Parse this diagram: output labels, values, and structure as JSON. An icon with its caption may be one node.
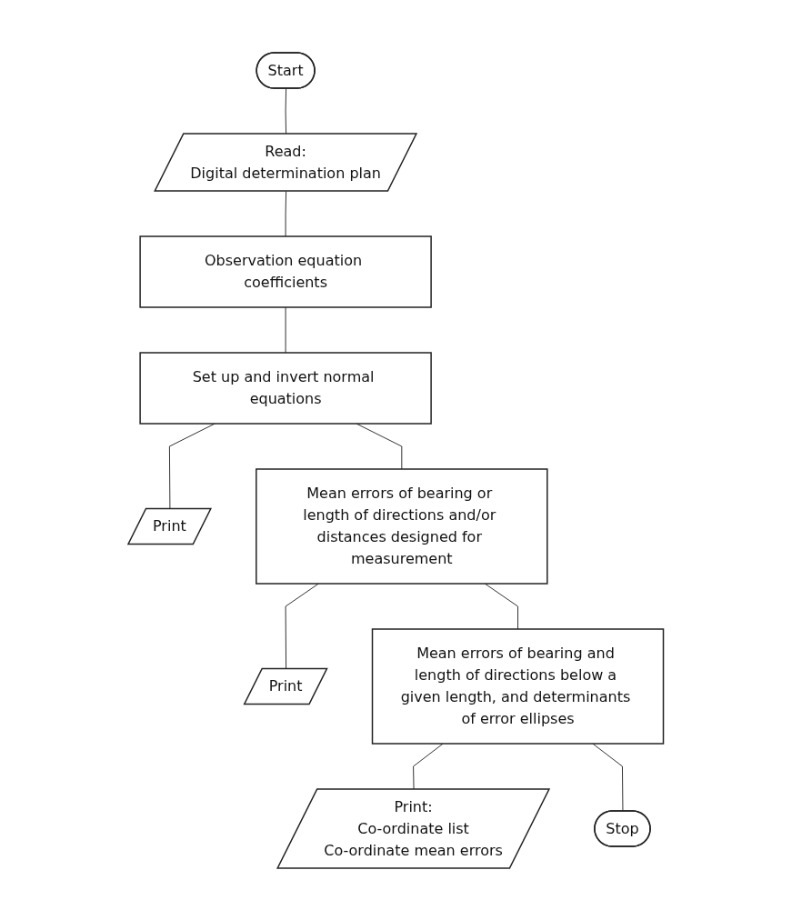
{
  "diagram": {
    "nodes": [
      {
        "text": [
          "Start"
        ]
      },
      {
        "text": [
          "Read:",
          "Digital determination plan"
        ]
      },
      {
        "text": [
          "Observation equation coefficients"
        ]
      },
      {
        "text": [
          "Set up and invert normal equations"
        ]
      },
      {
        "text": [
          "Print"
        ]
      },
      {
        "text": [
          "Mean errors of bearing or length of directions and/or distances designed for measurement"
        ]
      },
      {
        "text": [
          "Print"
        ]
      },
      {
        "text": [
          "Mean errors of bearing and length of directions below a given length, and determinants of error ellipses"
        ]
      },
      {
        "text": [
          "Print:",
          "Co-ordinate list",
          "Co-ordinate mean errors"
        ]
      },
      {
        "text": [
          "Stop"
        ]
      }
    ],
    "edges": [
      {
        "from": 0,
        "to": 1,
        "arrow": "none"
      },
      {
        "from": 1,
        "to": 2,
        "arrow": "none"
      },
      {
        "from": 2,
        "to": 3,
        "arrow": "none"
      },
      {
        "from": 3,
        "to": 4,
        "arrow": "none"
      },
      {
        "from": 3,
        "to": 5,
        "arrow": "none"
      },
      {
        "from": 5,
        "to": 6,
        "arrow": "none"
      },
      {
        "from": 5,
        "to": 7,
        "arrow": "none"
      },
      {
        "from": 7,
        "to": 8,
        "arrow": "none"
      },
      {
        "from": 7,
        "to": 9,
        "arrow": "none"
      }
    ]
  }
}
